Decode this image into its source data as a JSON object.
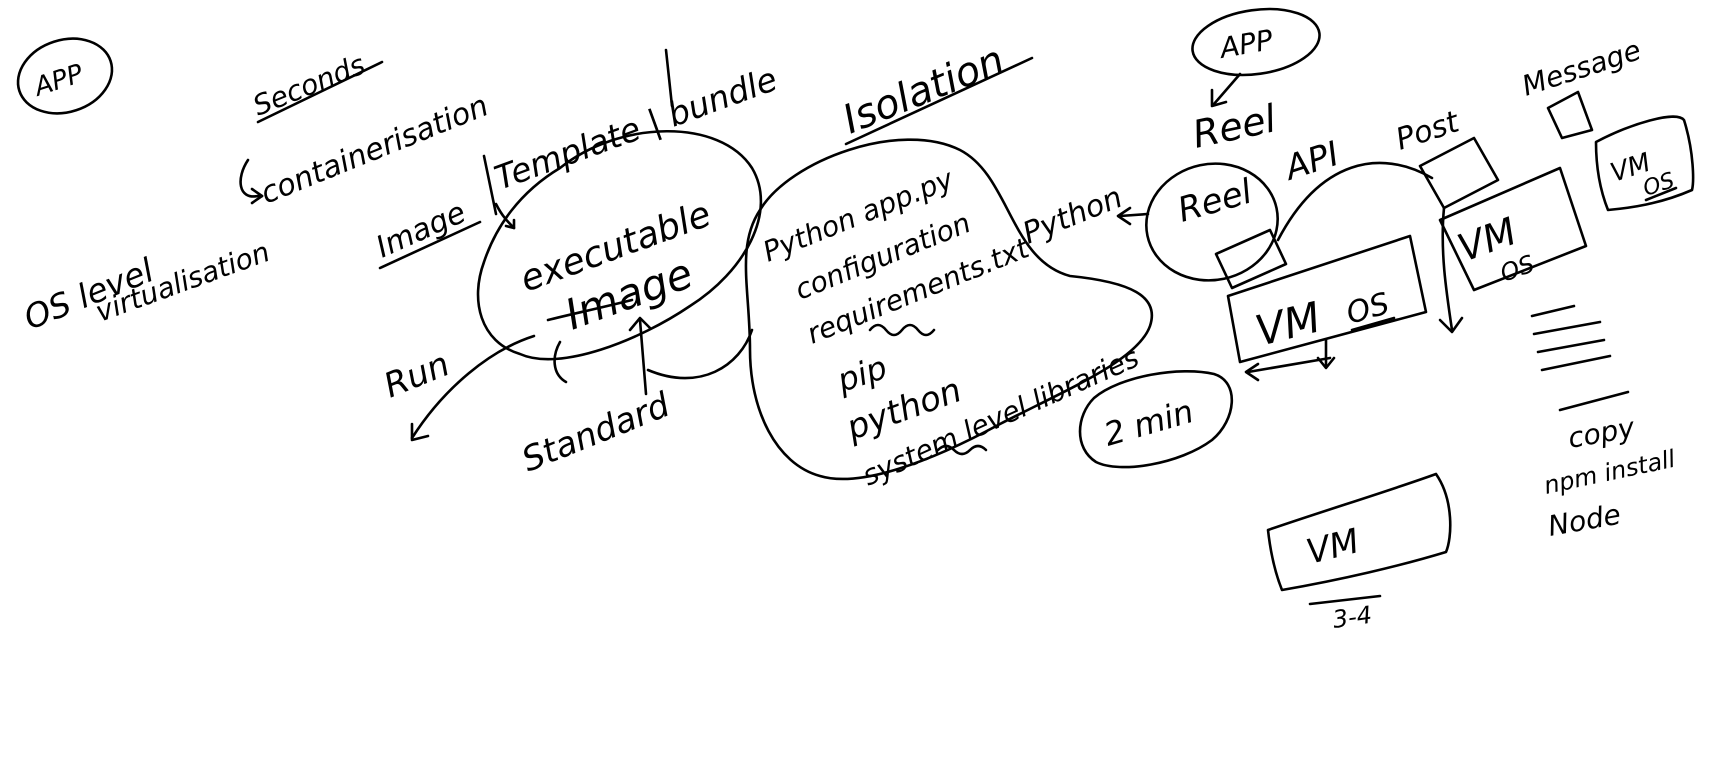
{
  "labels": {
    "app_left": "APP",
    "seconds": "Seconds",
    "containerisation": "containerisation",
    "template_bundle": "Template | bundle",
    "image": "Image",
    "os_level": "OS level",
    "virtualisation": "virtualisation",
    "executable": "executable",
    "image_inner": "Image",
    "run": "Run",
    "standard": "Standard",
    "isolation": "Isolation",
    "python_app": "Python app.py",
    "configuration": "configuration",
    "requirements": "requirements.txt",
    "pip": "pip",
    "python": "python",
    "system_libraries": "system level libraries",
    "python_side": "Python",
    "app_right": "APP",
    "reel_top": "Reel",
    "reel_circle": "Reel",
    "api": "API",
    "post": "Post",
    "message": "Message",
    "vm_os_small": "VM",
    "os_small": "OS",
    "vm_os_mid": "VM",
    "os_mid": "OS",
    "vm_os_main": "VM",
    "os_main": "OS",
    "two_min": "2 min",
    "vm_bottom": "VM",
    "three_four": "3-4",
    "copy": "copy",
    "npm_install": "npm install",
    "node": "Node"
  }
}
